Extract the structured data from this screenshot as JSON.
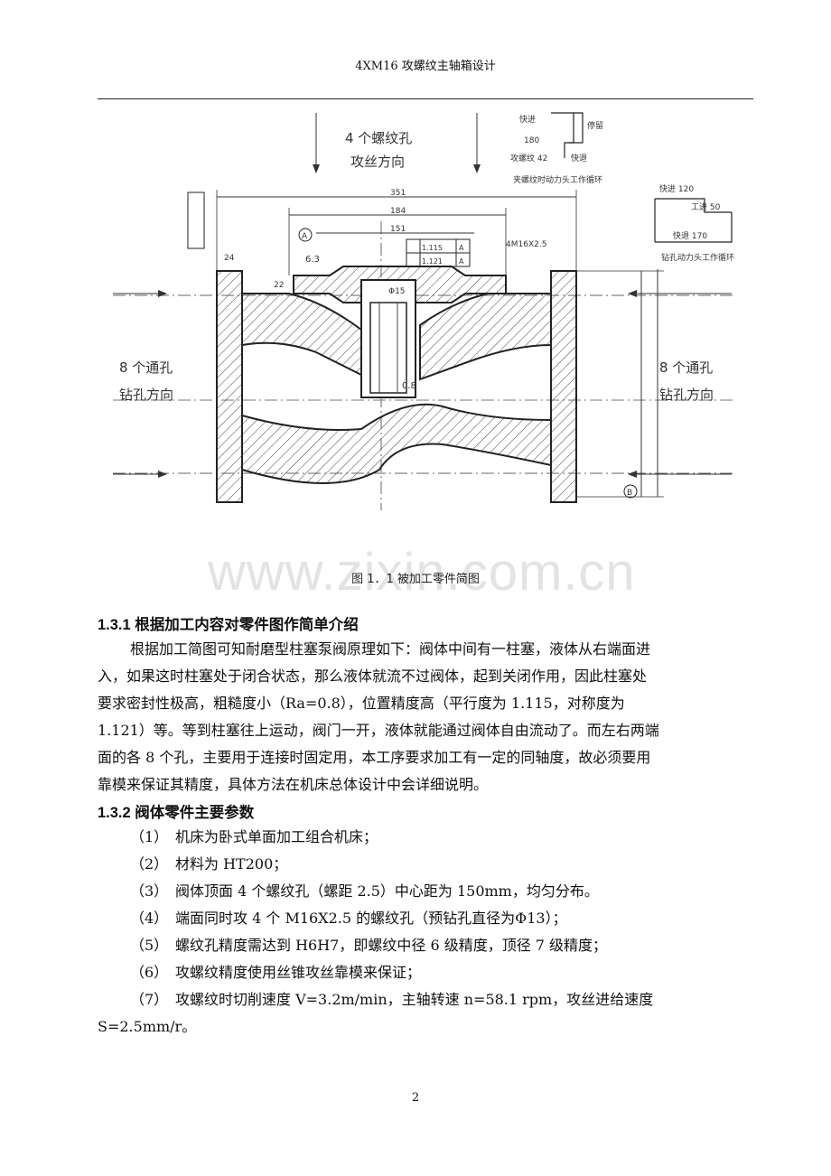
{
  "header": {
    "title": "4XM16 攻螺纹主轴箱设计"
  },
  "figure": {
    "caption": "图 1．1 被加工零件简图",
    "labels": {
      "top_holes_1": "4 个螺纹孔",
      "top_holes_2": "攻丝方向",
      "left_holes_1": "8 个通孔",
      "left_holes_2": "钻孔方向",
      "right_holes_1": "8 个通孔",
      "right_holes_2": "钻孔方向",
      "cycle1_fast_fwd": "快进",
      "cycle1_val_180": "180",
      "cycle1_work": "攻螺纹 42",
      "cycle1_fast_back": "快退",
      "cycle1_stop": "停留",
      "cycle1_caption": "夹螺纹时动力头工作循环",
      "cycle2_fast_fwd": "快进 120",
      "cycle2_work": "工进 50",
      "cycle2_fast_back": "快退 170",
      "cycle2_caption": "钻孔动力头工作循环",
      "dim_351": "351",
      "dim_184": "184",
      "dim_151": "151",
      "dim_24": "24",
      "dim_22": "22",
      "dim_thread": "4M16X2.5",
      "dim_bore": "Φ15",
      "ra_63": "6.3",
      "ra_08": "0.8",
      "tol_1": "1.115",
      "tol_2": "1.121",
      "datum_a": "A",
      "datum_b": "B"
    }
  },
  "watermark": "www.zixin.com.cn",
  "section1": {
    "heading": "1.3.1 根据加工内容对零件图作简单介绍",
    "lines": [
      "根据加工简图可知耐磨型柱塞泵阀原理如下：阀体中间有一柱塞，液体从右端面进",
      "入，如果这时柱塞处于闭合状态，那么液体就流不过阀体，起到关闭作用，因此柱塞处",
      "要求密封性极高，粗糙度小（Ra=0.8），位置精度高（平行度为 1.115，对称度为",
      "1.121）等。等到柱塞往上运动，阀门一开，液体就能通过阀体自由流动了。而左右两端",
      "面的各 8 个孔，主要用于连接时固定用，本工序要求加工有一定的同轴度，故必须要用",
      "靠模来保证其精度，具体方法在机床总体设计中会详细说明。"
    ]
  },
  "section2": {
    "heading": "1.3.2 阀体零件主要参数",
    "items": [
      {
        "num": "（1）",
        "text": "机床为卧式单面加工组合机床；"
      },
      {
        "num": "（2）",
        "text": "材料为 HT200；"
      },
      {
        "num": "（3）",
        "text": "阀体顶面 4 个螺纹孔（螺距 2.5）中心距为 150mm，均匀分布。"
      },
      {
        "num": "（4）",
        "text": "端面同时攻 4 个 M16X2.5 的螺纹孔（预钻孔直径为Φ13）；"
      },
      {
        "num": "（5）",
        "text": "螺纹孔精度需达到 H6H7，即螺纹中径 6 级精度，顶径 7 级精度；"
      },
      {
        "num": "（6）",
        "text": "攻螺纹精度使用丝锥攻丝靠模来保证；"
      },
      {
        "num": "（7）",
        "text": "攻螺纹时切削速度 V=3.2m/min，主轴转速 n=58.1 rpm，攻丝进给速度"
      }
    ],
    "continuation": "S=2.5mm/r。"
  },
  "footer": {
    "page_number": "2"
  }
}
